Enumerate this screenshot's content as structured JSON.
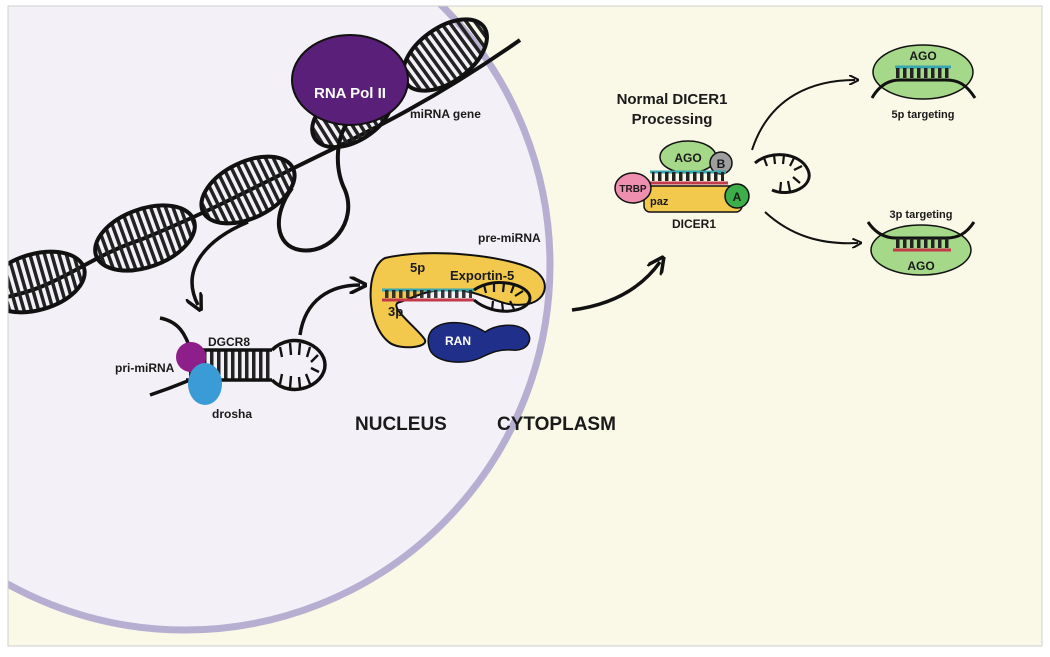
{
  "colors": {
    "cytoplasm": "#faf8e6",
    "nucleus": "#f3f0f7",
    "nuclear_envelope": "#b7afd1",
    "rna_pol": "#5a1f78",
    "dgcr8": "#8e1f8a",
    "drosha": "#3b9bd6",
    "exportin": "#f2c94c",
    "ran": "#1f2f8a",
    "ago": "#a6d88a",
    "trbp": "#ee8fb0",
    "dicer": "#f2c94c",
    "b_domain": "#9e9e9e",
    "a_domain": "#3cae4a",
    "strand_teal": "#3aa6b0",
    "strand_red": "#c33a4a"
  },
  "labels": {
    "rna_pol": "RNA Pol II",
    "mirna_gene": "miRNA gene",
    "dgcr8": "DGCR8",
    "pri_mirna": "pri-miRNA",
    "drosha": "drosha",
    "pre_mirna": "pre-miRNA",
    "p5": "5p",
    "exportin": "Exportin-5",
    "p3": "3p",
    "ran": "RAN",
    "nucleus": "NUCLEUS",
    "cytoplasm": "CYTOPLASM",
    "dicer_title_1": "Normal DICER1",
    "dicer_title_2": "Processing",
    "ago": "AGO",
    "b": "B",
    "trbp": "TRBP",
    "a": "A",
    "paz": "paz",
    "dicer1": "DICER1",
    "ago_5p": "AGO",
    "target_5p": "5p targeting",
    "target_3p": "3p targeting",
    "ago_3p": "AGO"
  }
}
